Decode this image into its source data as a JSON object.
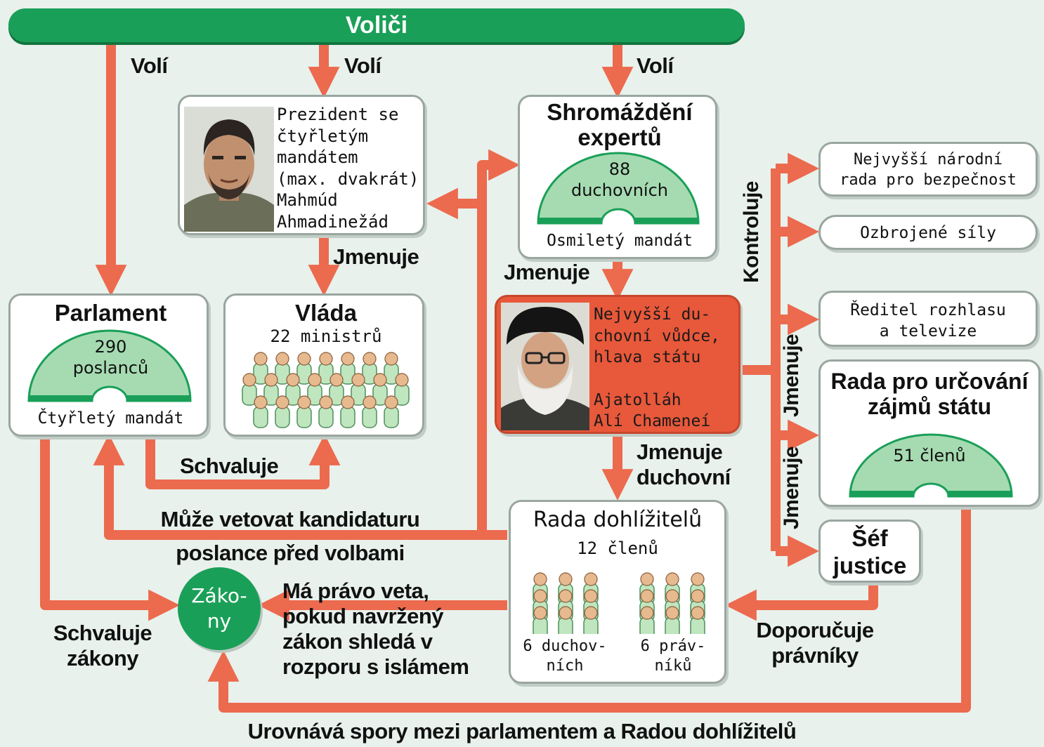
{
  "voters": {
    "label": "Voliči"
  },
  "elect_labels": [
    "Volí",
    "Volí",
    "Volí"
  ],
  "president": {
    "lines": [
      "Prezident se",
      "čtyřletým",
      "mandátem",
      "(max. dvakrát)",
      "Mahmúd",
      "Ahmadinežád"
    ]
  },
  "experts": {
    "title_lines": [
      "Shromáždění",
      "expertů"
    ],
    "count_lines": [
      "88",
      "duchovních"
    ],
    "term": "Osmiletý mandát"
  },
  "parliament": {
    "title": "Parlament",
    "count_lines": [
      "290",
      "poslanců"
    ],
    "term": "Čtyřletý mandát"
  },
  "government": {
    "title": "Vláda",
    "subtitle": "22 ministrů"
  },
  "leader": {
    "lines": [
      "Nejvyšší du-",
      "chovní vůdce,",
      "hlava státu",
      "",
      "Ajatolláh",
      "Alí Chameneí"
    ]
  },
  "right_boxes": {
    "security_council": [
      "Nejvyšší národní",
      "rada pro bezpečnost"
    ],
    "armed_forces": "Ozbrojené síly",
    "broadcast_director": [
      "Ředitel rozhlasu",
      "a televize"
    ],
    "expediency_council": {
      "title_lines": [
        "Rada pro určování",
        "zájmů státu"
      ],
      "count": "51 členů"
    },
    "judiciary_head": [
      "Šéf",
      "justice"
    ]
  },
  "guardian_council": {
    "title": "Rada dohlížitelů",
    "subtitle": "12 členů",
    "clerics_lines": [
      "6 duchov-",
      "ních"
    ],
    "jurists_lines": [
      "6 práv-",
      "níků"
    ]
  },
  "laws": {
    "lines": [
      "Záko-",
      "ny"
    ]
  },
  "arrow_labels": {
    "jmenuje_president": "Jmenuje",
    "jmenuje_experts": "Jmenuje",
    "kontroluje": "Kontroluje",
    "jmenuje_v1": "Jmenuje",
    "jmenuje_v2": "Jmenuje",
    "jmenuje_duchovni": [
      "Jmenuje",
      "duchovní"
    ],
    "schvaluje": "Schvaluje",
    "veto_candidacy": [
      "Může vetovat kandidaturu",
      "poslance před volbami"
    ],
    "veto_laws": [
      "Má právo veta,",
      "pokud navržený",
      "zákon shledá v",
      "rozporu s islámem"
    ],
    "schvaluje_zakony": [
      "Schvaluje",
      "zákony"
    ],
    "doporucuje": [
      "Doporučuje",
      "právníky"
    ],
    "urovnava": "Urovnává spory mezi parlamentem a Radou dohlížitelů"
  },
  "colors": {
    "arrow": "#ec6a4e",
    "green": "#1a9f58",
    "leader_box": "#e8583a",
    "page_bg": "#e8f1ec"
  }
}
